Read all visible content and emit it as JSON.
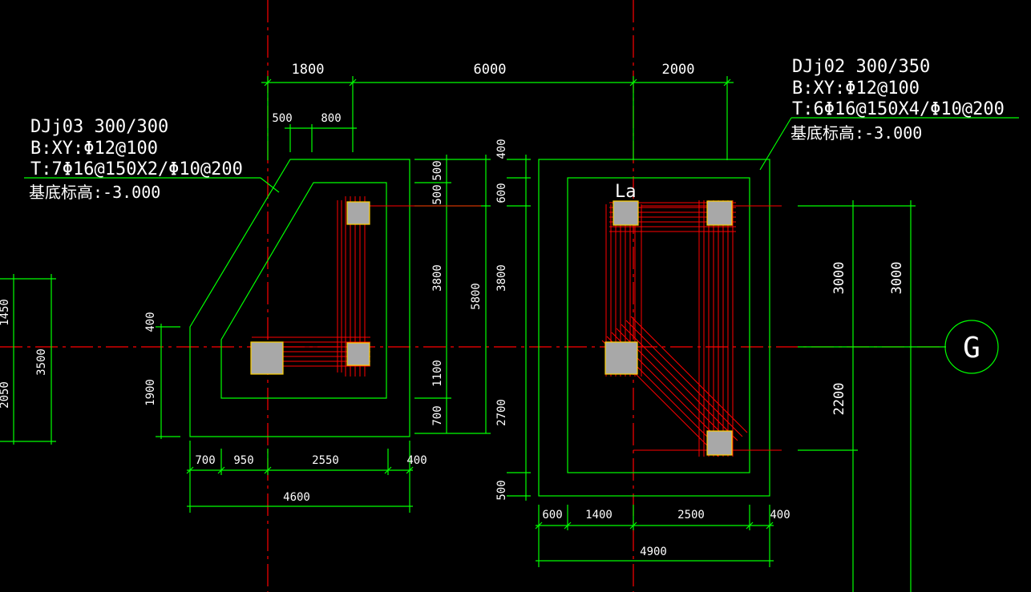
{
  "labels": {
    "djj03": {
      "line1": "DJj03 300/300",
      "line2": "B:XY:Φ12@100",
      "line3": "T:7Φ16@150X2/Φ10@200",
      "line4": "基底标高:-3.000"
    },
    "djj02": {
      "line1": "DJj02 300/350",
      "line2": "B:XY:Φ12@100",
      "line3": "T:6Φ16@150X4/Φ10@200",
      "line4": "基底标高:-3.000"
    },
    "la": "La",
    "axis_g": "G"
  },
  "top_dims": {
    "d1": "1800",
    "d2": "6000",
    "d3": "2000",
    "s1": "500",
    "s2": "800"
  },
  "bottom_dims_left": {
    "a": "700",
    "b": "950",
    "c": "2550",
    "d": "400",
    "total": "4600"
  },
  "bottom_dims_right": {
    "a": "600",
    "b": "1400",
    "c": "2500",
    "d": "400",
    "total": "4900"
  },
  "vert_dims_left": {
    "a": "500",
    "b": "500",
    "c": "3800",
    "d": "1100",
    "e": "700",
    "total": "5800"
  },
  "vert_dims_right": {
    "a": "400",
    "b": "600",
    "c": "3800",
    "d": "2700",
    "e": "500"
  },
  "vert_dims_small_left": {
    "a": "400",
    "b": "1900"
  },
  "vert_dims_far_left": {
    "a": "1450",
    "b": "3500",
    "c": "2050"
  },
  "vert_dims_far_right": {
    "a": "3000",
    "b": "3000",
    "c": "2200"
  },
  "colors": {
    "background": "#000000",
    "dim_line": "#00ff00",
    "axis": "#ff0000",
    "rebar": "#ff0000",
    "column_fill": "#a8a8a8",
    "column_edge": "#ffd000",
    "text": "#ffffff"
  }
}
